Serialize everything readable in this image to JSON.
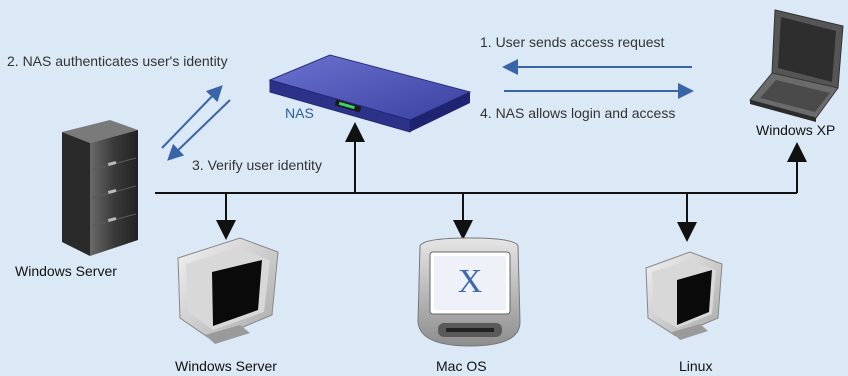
{
  "labels": {
    "step1": "1. User sends access request",
    "step2": "2. NAS authenticates user's identity",
    "step3": "3. Verify user identity",
    "step4": "4. NAS allows login and access",
    "nas": "NAS",
    "windows_xp": "Windows XP",
    "windows_server_left": "Windows Server",
    "windows_server_bottom": "Windows Server",
    "mac_os": "Mac OS",
    "linux": "Linux"
  },
  "colors": {
    "background": "#dbe8f5",
    "arrow_blue": "#3a64a8",
    "line_black": "#111111",
    "nas_blue": "#3d44a5"
  },
  "icons": {
    "nas": "nas-device-icon",
    "laptop": "laptop-icon",
    "server": "server-tower-icon",
    "crt": "crt-monitor-icon",
    "imac": "imac-monitor-icon"
  }
}
